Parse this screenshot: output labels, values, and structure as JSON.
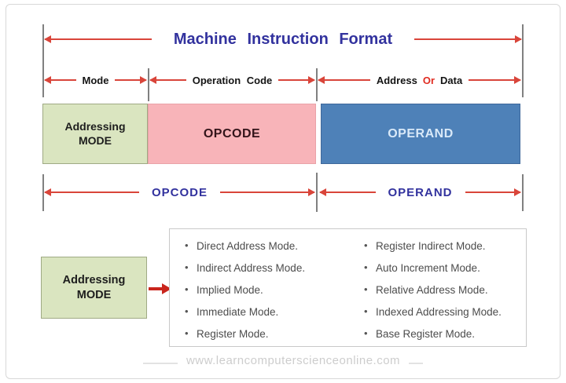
{
  "colors": {
    "accent_red": "#d9453a",
    "thick_red": "#c9251d",
    "title_blue": "#32329e",
    "tick_gray": "#808080",
    "box_green": "#dae5c0",
    "box_green_border": "#9faa84",
    "box_pink": "#f8b4b9",
    "box_pink_border": "#e9a2a8",
    "box_blue": "#4e81b8",
    "box_blue_border": "#3f689b",
    "list_text": "#4c4c4c",
    "watermark_gray": "#cdcdcd"
  },
  "ruler": {
    "title": "Machine Instruction Format"
  },
  "fields": {
    "mode": "Mode",
    "operation_code": "Operation Code",
    "address_pre": "Address",
    "address_or": "Or",
    "address_post": "Data"
  },
  "instruction_boxes": {
    "addressing_line1": "Addressing",
    "addressing_line2": "MODE",
    "opcode": "OPCODE",
    "operand": "OPERAND"
  },
  "width_spans": {
    "opcode": "OPCODE",
    "operand": "OPERAND"
  },
  "addressing_modes": {
    "box_line1": "Addressing",
    "box_line2": "MODE",
    "left": [
      "Direct Address Mode.",
      "Indirect Address Mode.",
      "Implied Mode.",
      "Immediate Mode.",
      "Register Mode."
    ],
    "right": [
      "Register Indirect Mode.",
      "Auto Increment Mode.",
      "Relative Address Mode.",
      "Indexed Addressing Mode.",
      "Base Register Mode."
    ]
  },
  "footer": {
    "watermark": "www.learncomputerscienceonline.com"
  }
}
